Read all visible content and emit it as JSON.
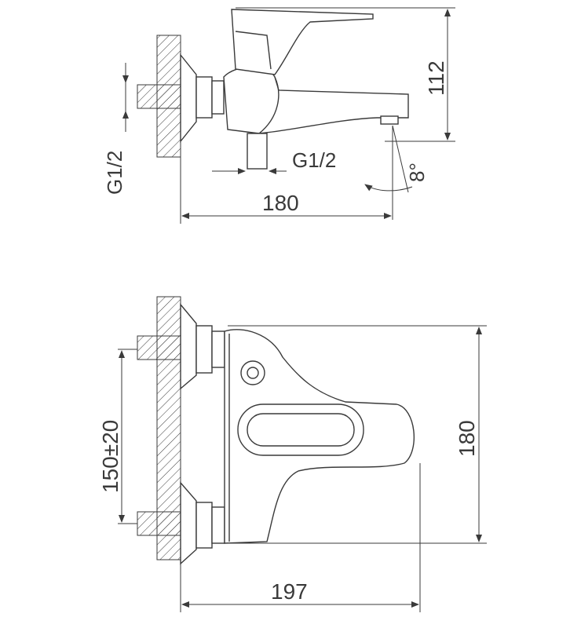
{
  "side_view": {
    "dim_height": "112",
    "dim_inlet_thread": "G1/2",
    "dim_outlet_thread": "G1/2",
    "dim_angle": "8°",
    "dim_length": "180"
  },
  "top_view": {
    "dim_spacing": "150±20",
    "dim_depth": "180",
    "dim_length": "197"
  }
}
